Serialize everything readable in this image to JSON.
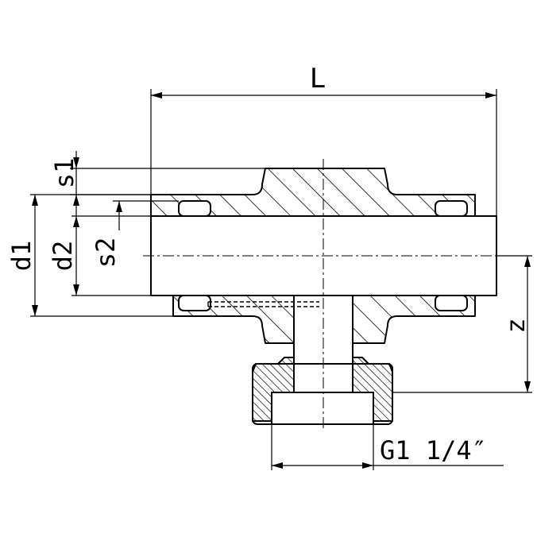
{
  "labels": {
    "length": "L",
    "wall_outer": "s1",
    "diameter_outer": "d1",
    "diameter_inner": "d2",
    "wall_inner": "s2",
    "height_offset": "z",
    "thread": "G1 1/4″"
  },
  "colors": {
    "line": "#000000",
    "background": "#ffffff"
  }
}
